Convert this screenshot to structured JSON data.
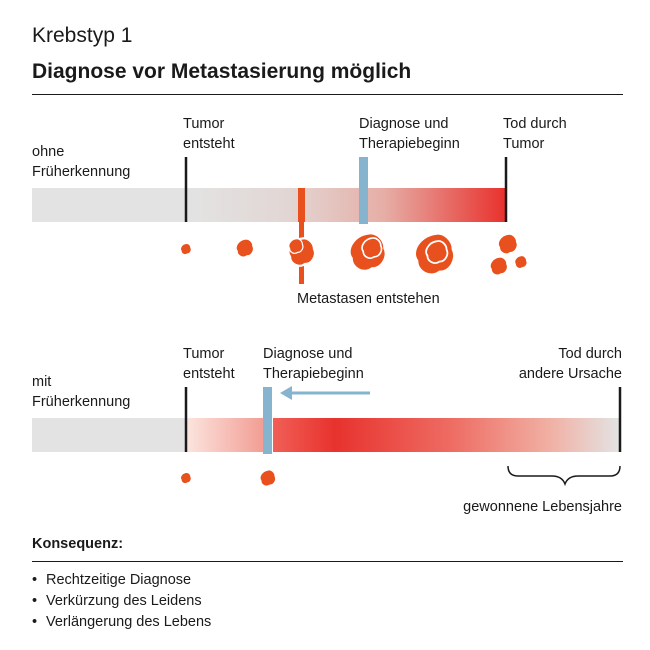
{
  "header": {
    "kicker": "Krebstyp 1",
    "title": "Diagnose vor Metastasierung möglich"
  },
  "scenario_without": {
    "row_label": "ohne\nFrüherkennung",
    "tumor_label": "Tumor\nentsteht",
    "diagnosis_label": "Diagnose und\nTherapiebeginn",
    "death_label": "Tod durch\nTumor",
    "metastases_label": "Metastasen entstehen"
  },
  "scenario_with": {
    "row_label": "mit\nFrüherkennung",
    "tumor_label": "Tumor\nentsteht",
    "diagnosis_label": "Diagnose und\nTherapiebeginn",
    "death_label": "Tod durch\nandere Ursache",
    "gained_years_label": "gewonnene Lebensjahre"
  },
  "consequence": {
    "heading": "Konsequenz:",
    "items": [
      "Rechtzeitige Diagnose",
      "Verkürzung des Leidens",
      "Verlängerung des Lebens"
    ]
  },
  "colors": {
    "timeline_gray": "#e3e3e3",
    "tumor_red": "#e8322e",
    "metastasis_orange": "#e8501e",
    "diagnosis_blue": "#86b4cf",
    "text": "#1a1a1a"
  },
  "icons": [
    "tumor-cell-icon",
    "arrow-left-icon",
    "brace-icon"
  ]
}
